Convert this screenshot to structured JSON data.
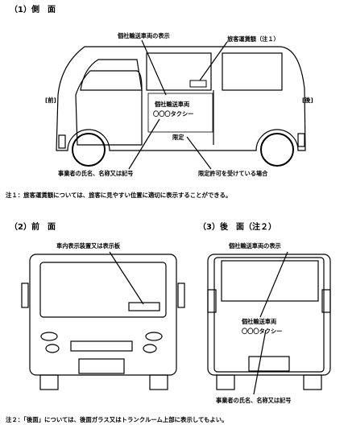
{
  "side": {
    "title": "（1）側　面",
    "front_label": "[前]",
    "rear_label": "[後]",
    "callout_vehicle_display": "個社輸送車両の表示",
    "callout_fare": "旅客運賃額（注１）",
    "door_text_line1": "個社輸送車両",
    "door_text_line2": "〇〇〇タクシー",
    "door_text_small": "限定",
    "callout_operator": "事業者の氏名、名称又は記号",
    "callout_limited": "限定許可を受けている場合"
  },
  "note1": "注１：旅客運賃額については、旅客に見やすい位置に適切に表示することができる。",
  "front": {
    "title": "（2）前　面",
    "callout_sign": "車内表示装置又は表示板"
  },
  "rear": {
    "title": "（3）後　面（注２）",
    "callout_vehicle_display": "個社輸送車両の表示",
    "text_line1": "個社輸送車両",
    "text_line2": "〇〇〇タクシー",
    "callout_operator": "事業者の氏名、名称又は記号"
  },
  "note2": "注２：「後面」については、後面ガラス又はトランクルーム上部に表示してもよい。"
}
